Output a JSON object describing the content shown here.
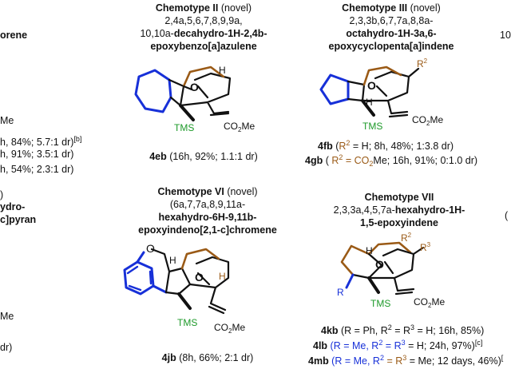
{
  "left_partial": {
    "line1": "orene",
    "line2": "Me",
    "line3": "h, 84%; 5.7:1 dr)",
    "line3_sup": "[b]",
    "line4": "h, 91%; 3.5:1 dr)",
    "line5": "h, 54%; 2.3:1 dr)",
    "line6": ")",
    "line7": "ydro-",
    "line8": "c]pyran",
    "line9": "Me",
    "line10": "dr)"
  },
  "chemotype_II": {
    "title": "Chemotype II",
    "novel": "(novel)",
    "locants1": "2,4a,5,6,7,8,9,9a,",
    "locants2": "10,10a-",
    "name2": "decahydro-1H-2,4b-",
    "name3": "epoxybenzo[a]azulene",
    "labels": {
      "H": "H",
      "O": "O",
      "TMS": "TMS",
      "ester": "CO",
      "ester_sub": "2",
      "ester_end": "Me"
    },
    "entry_id": "4eb",
    "entry_text": "(16h, 92%; 1.1:1 dr)"
  },
  "chemotype_III": {
    "title": "Chemotype III",
    "novel": "(novel)",
    "locants1": "2,3,3b,6,7,7a,8,8a-",
    "name2": "octahydro-1H-3a,6-",
    "name3": "epoxycyclopenta[a]indene",
    "labels": {
      "H": "H",
      "O": "O",
      "R": "R",
      "R_sup": "2",
      "TMS": "TMS",
      "ester": "CO",
      "ester_sub": "2",
      "ester_end": "Me"
    },
    "entries": [
      {
        "id": "4fb",
        "open": " (",
        "r": "R",
        "r_sup": "2",
        "cond": " = H; 8h, 48%; 1:3.8 dr)"
      },
      {
        "id": "4gb",
        "open": " ( ",
        "r": "R",
        "r_sup": "2",
        "cond_a": " = CO",
        "cond_sub": "2",
        "cond_b": "Me; 16h, 91%; 0:1.0 dr)"
      }
    ]
  },
  "chemotype_VI": {
    "title": "Chemotype VI",
    "novel": "(novel)",
    "locants1": "(6a,7,7a,8,9,11a-",
    "name2": "hexahydro-6H-9,11b-",
    "name3": "epoxyindeno[2,1-c]chromene",
    "labels": {
      "H1": "H",
      "H2": "H",
      "O1": "O",
      "O2": "O",
      "TMS": "TMS",
      "ester": "CO",
      "ester_sub": "2",
      "ester_end": "Me"
    },
    "entry_id": "4jb",
    "entry_text": "(8h, 66%; 2:1 dr)"
  },
  "chemotype_VII": {
    "title": "Chemotype VII",
    "locants1": "2,3,3a,4,5,7a-",
    "name1": "hexahydro-1H-",
    "name2": "1,5-epoxyindene",
    "labels": {
      "H": "H",
      "O": "O",
      "R": "R",
      "R2": "R",
      "R2_sup": "2",
      "R3": "R",
      "R3_sup": "3",
      "TMS": "TMS",
      "ester": "CO",
      "ester_sub": "2",
      "ester_end": "Me"
    },
    "entries": [
      {
        "id": "4kb",
        "text": " (R = Ph, R",
        "s1": "2",
        "mid": " = R",
        "s2": "3",
        "end": " = H; 16h, 85%)"
      },
      {
        "id": "4lb",
        "text": " (R = Me, R",
        "s1": "2",
        "mid": " = R",
        "s2": "3",
        "end": " = H; 24h, 97%)",
        "note": "[c]"
      },
      {
        "id": "4mb",
        "text": " (R = Me, R",
        "s1": "2",
        "mid": " = R",
        "s2": "3",
        "end": " = Me; 12 days, 46%)",
        "note": "["
      }
    ]
  },
  "right_partial": {
    "line1": "10",
    "line2": "("
  },
  "colors": {
    "ring_blue": "#1730d8",
    "bridge_brown": "#9a5a16",
    "tms_green": "#1e9a2a",
    "text": "#111111"
  }
}
